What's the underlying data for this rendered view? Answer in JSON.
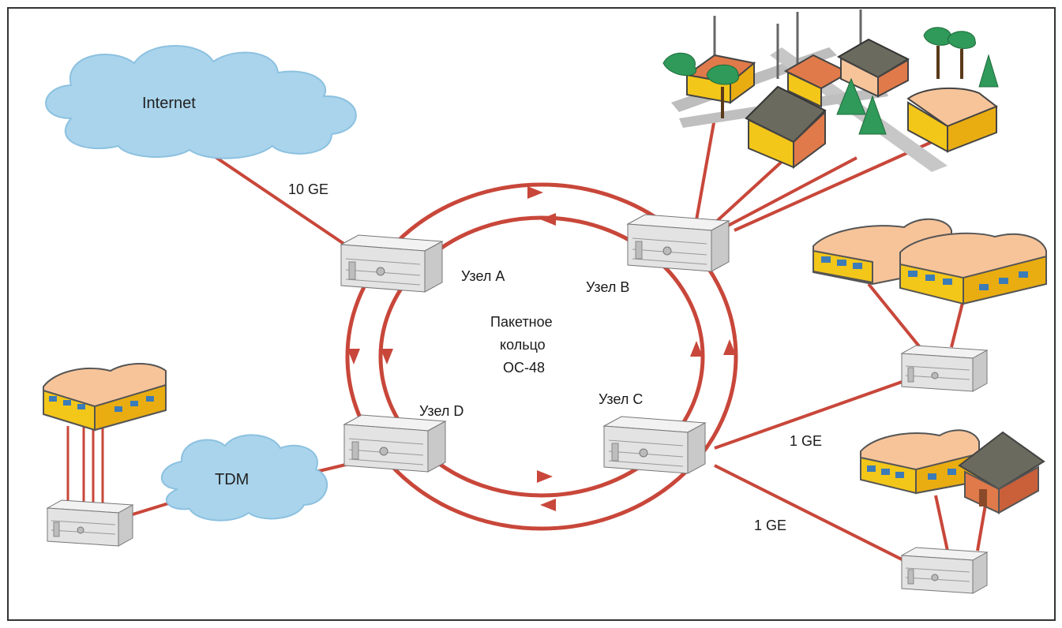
{
  "colors": {
    "link": "#c8473a",
    "cloud": "#a9d4ec",
    "cloud_edge": "#8cc1e0",
    "device": "#e6e6e6",
    "building_wall": "#f3c61a",
    "building_roof": "#f7c49a",
    "house_wall": "#e07a4a",
    "house_roof": "#6a6a5e",
    "tree": "#2f9a5a",
    "window": "#3b7bb8"
  },
  "clouds": {
    "internet": "Internet",
    "tdm": "TDM"
  },
  "nodes": {
    "a": "Узел A",
    "b": "Узел B",
    "c": "Узел C",
    "d": "Узел D"
  },
  "ring": {
    "line1": "Пакетное",
    "line2": "кольцо",
    "line3": "OC-48"
  },
  "links": {
    "internet_link": "10 GE",
    "c_link_upper": "1 GE",
    "c_link_lower": "1 GE"
  }
}
